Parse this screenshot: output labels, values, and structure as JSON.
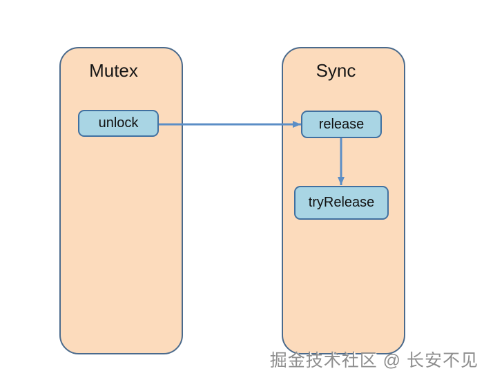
{
  "diagram": {
    "background": "#ffffff",
    "colors": {
      "container_fill": "#fcdbbc",
      "container_border": "#4a6a8c",
      "node_fill": "#a9d5e4",
      "node_border": "#4070a0",
      "arrow": "#5b8ec6",
      "title_text": "#161616",
      "node_text": "#111111",
      "watermark_text": "#8e8e8e"
    },
    "containers": [
      {
        "title": "Mutex"
      },
      {
        "title": "Sync"
      }
    ],
    "nodes": {
      "unlock": {
        "label": "unlock",
        "parent": "Mutex"
      },
      "release": {
        "label": "release",
        "parent": "Sync"
      },
      "tryRelease": {
        "label": "tryRelease",
        "parent": "Sync"
      }
    },
    "arrows": [
      {
        "from": "unlock",
        "to": "release",
        "direction": "right"
      },
      {
        "from": "release",
        "to": "tryRelease",
        "direction": "down"
      }
    ],
    "watermark": "掘金技术社区 @ 长安不见"
  }
}
